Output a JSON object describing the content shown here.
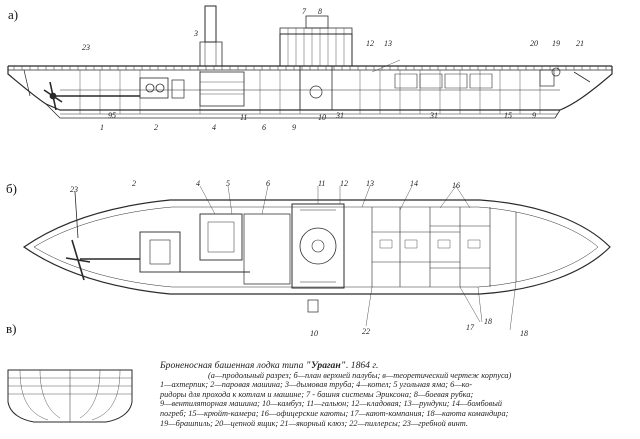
{
  "panels": {
    "a": "а)",
    "b": "б)",
    "c": "в)"
  },
  "side_labels": [
    {
      "id": "l3",
      "text": "3"
    },
    {
      "id": "l7",
      "text": "7"
    },
    {
      "id": "l8",
      "text": "8"
    },
    {
      "id": "l23",
      "text": "23"
    },
    {
      "id": "l12",
      "text": "12"
    },
    {
      "id": "l13",
      "text": "13"
    },
    {
      "id": "l20",
      "text": "20"
    },
    {
      "id": "l19",
      "text": "19"
    },
    {
      "id": "l21",
      "text": "21"
    },
    {
      "id": "l1",
      "text": "1"
    },
    {
      "id": "l95",
      "text": "95"
    },
    {
      "id": "l2",
      "text": "2"
    },
    {
      "id": "l4",
      "text": "4"
    },
    {
      "id": "l11",
      "text": "11"
    },
    {
      "id": "l6",
      "text": "6"
    },
    {
      "id": "l9",
      "text": "9"
    },
    {
      "id": "l10",
      "text": "10"
    },
    {
      "id": "l31a",
      "text": "31"
    },
    {
      "id": "l31b",
      "text": "31"
    },
    {
      "id": "l15",
      "text": "15"
    },
    {
      "id": "l9b",
      "text": "9"
    }
  ],
  "plan_labels": [
    {
      "id": "p23",
      "text": "23"
    },
    {
      "id": "p2",
      "text": "2"
    },
    {
      "id": "p4",
      "text": "4"
    },
    {
      "id": "p5",
      "text": "5"
    },
    {
      "id": "p6",
      "text": "6"
    },
    {
      "id": "p11",
      "text": "11"
    },
    {
      "id": "p12",
      "text": "12"
    },
    {
      "id": "p13",
      "text": "13"
    },
    {
      "id": "p14",
      "text": "14"
    },
    {
      "id": "p16",
      "text": "16"
    },
    {
      "id": "p10",
      "text": "10"
    },
    {
      "id": "p22",
      "text": "22"
    },
    {
      "id": "p17",
      "text": "17"
    },
    {
      "id": "p18",
      "text": "18"
    },
    {
      "id": "p18b",
      "text": "18"
    }
  ],
  "caption": {
    "title_prefix": "Броненосная башенная лодка типа ",
    "title_name": "\"Ураган\"",
    "title_suffix": ". 1864 г.",
    "subtitle": "(а—продольный разрез; б—план верхней палубы; в—теоретический чертеж корпуса)",
    "legend_lines": [
      "1—ахтерпик; 2—паровая машина; 3—дымовая труба; 4—котел; 5 угольная яма; 6—ко-",
      "ридоры для прохода к котлам и машине; 7 - башня системы Эриксона; 8—боевая рубка;",
      "9—вентиляторная машина; 10—камбуз; 11—гальюн; 12—кладовая; 13—рундуки; 14—бомбовый",
      "погреб; 15—крюйт-камера; 16—офицерские каюты; 17—кают-компания; 18—каюта командира;",
      "19—брашпиль; 20—цепной ящик; 21—якорный клюз; 22—пиллерсы; 23—гребной винт."
    ]
  }
}
